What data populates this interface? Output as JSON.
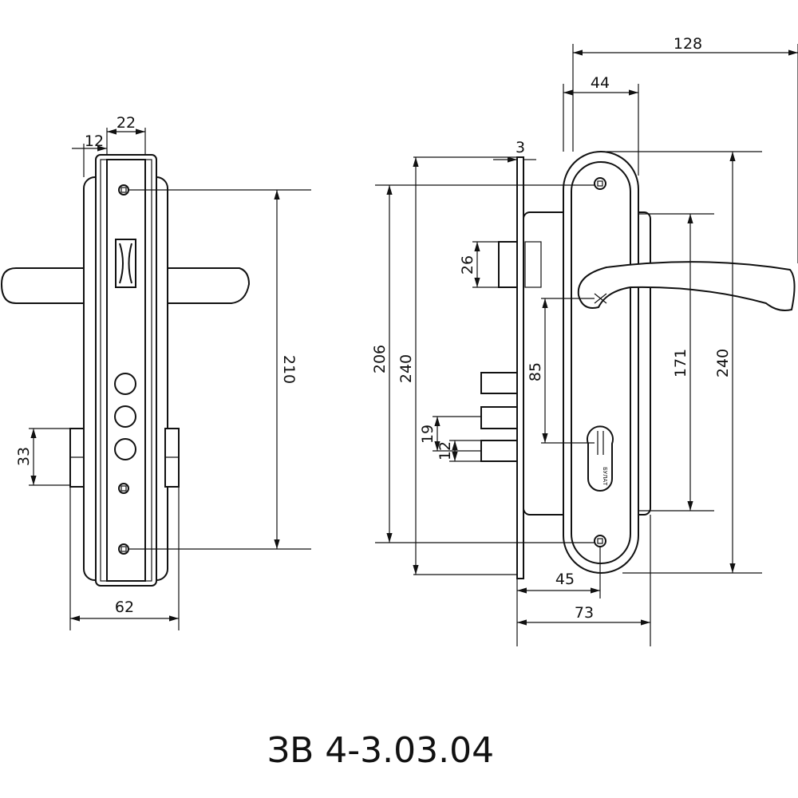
{
  "title": "ЗВ 4-3.03.04",
  "cylinder_brand": "БУЛАТ",
  "front_view": {
    "dimensions": {
      "width_22": "22",
      "offset_12": "12",
      "screw_spacing": "210",
      "block_height": "33",
      "total_width": "62"
    }
  },
  "side_view": {
    "dimensions": {
      "overall_128": "128",
      "rosette_44": "44",
      "faceplate_3": "3",
      "faceplate_206": "206",
      "faceplate_240": "240",
      "latch_26": "26",
      "center_85": "85",
      "bolt_19": "19",
      "bolt_12": "12",
      "rosette_171": "171",
      "rosette_240": "240",
      "backset_45": "45",
      "depth_73": "73"
    }
  }
}
